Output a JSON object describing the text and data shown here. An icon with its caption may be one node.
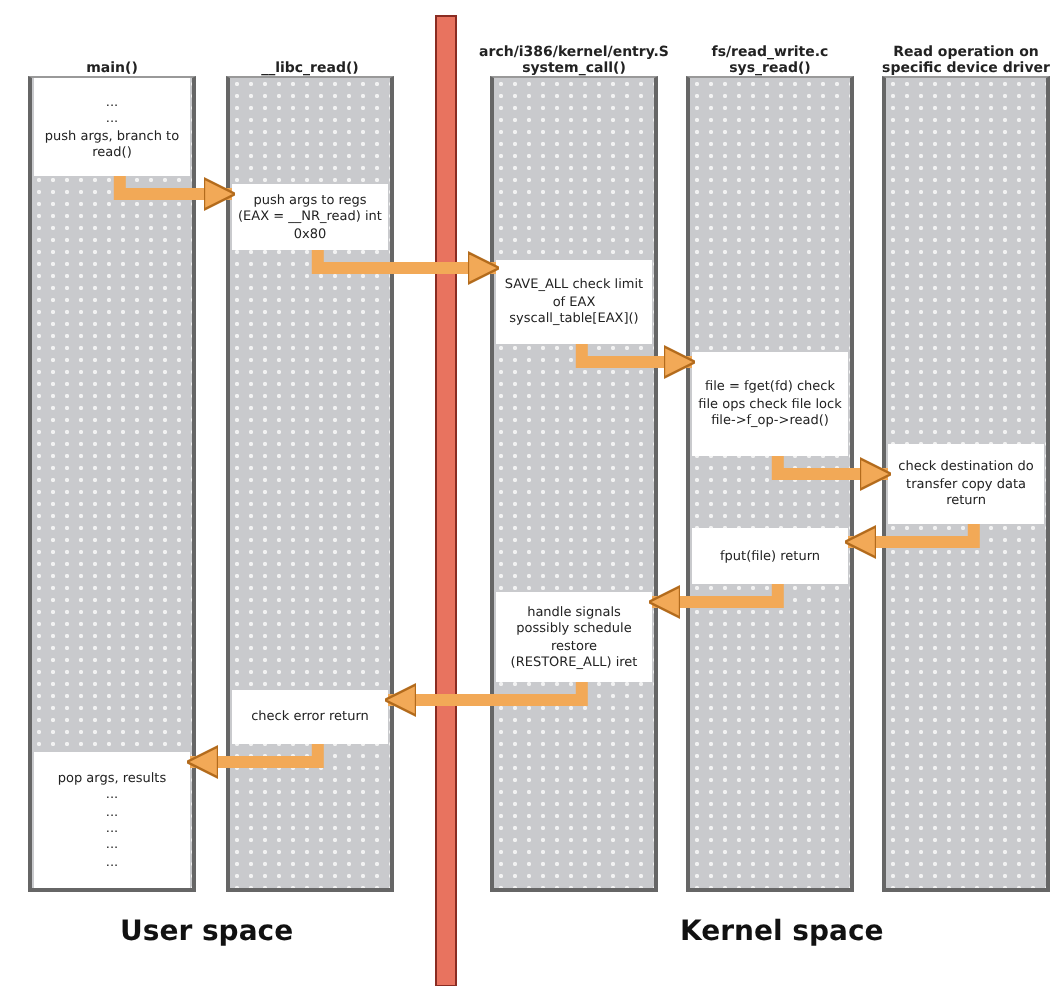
{
  "diagram": {
    "nodes": [
      {
        "text": [
          "main()"
        ]
      },
      {
        "text": [
          "__libc_read()"
        ]
      },
      {
        "text": [
          "arch/i386/kernel/entry.S system_call()"
        ]
      },
      {
        "text": [
          "fs/read_write.c sys_read()"
        ]
      },
      {
        "text": [
          "Read operation on specific device driver"
        ]
      },
      {
        "text": [
          "...",
          "...",
          "push args, branch to read()"
        ],
        "in": 0
      },
      {
        "text": [
          "push args to regs (EAX = __NR_read) int 0x80"
        ],
        "in": 1
      },
      {
        "text": [
          "SAVE_ALL check limit of EAX syscall_table[EAX]()"
        ],
        "in": 2
      },
      {
        "text": [
          "file = fget(fd) check file ops check file lock file->f_op->read()"
        ],
        "in": 3
      },
      {
        "text": [
          "check destination do transfer copy data return"
        ],
        "in": 4
      },
      {
        "text": [
          "fput(file) return"
        ],
        "in": 3
      },
      {
        "text": [
          "handle signals possibly schedule restore (RESTORE_ALL) iret"
        ],
        "in": 2
      },
      {
        "text": [
          "check error return"
        ],
        "in": 1
      },
      {
        "text": [
          "pop args, results",
          "...",
          "...",
          "...",
          "...",
          "..."
        ],
        "in": 0
      }
    ],
    "edges": [
      {
        "from": 5,
        "to": 6,
        "arrow": "to"
      },
      {
        "from": 6,
        "to": 7,
        "arrow": "to"
      },
      {
        "from": 7,
        "to": 8,
        "arrow": "to"
      },
      {
        "from": 8,
        "to": 9,
        "arrow": "to"
      },
      {
        "from": 9,
        "to": 10,
        "arrow": "to"
      },
      {
        "from": 10,
        "to": 11,
        "arrow": "to"
      },
      {
        "from": 11,
        "to": 12,
        "arrow": "to"
      },
      {
        "from": 12,
        "to": 13,
        "arrow": "to"
      }
    ],
    "labels": [
      "User space",
      "Kernel space"
    ]
  }
}
